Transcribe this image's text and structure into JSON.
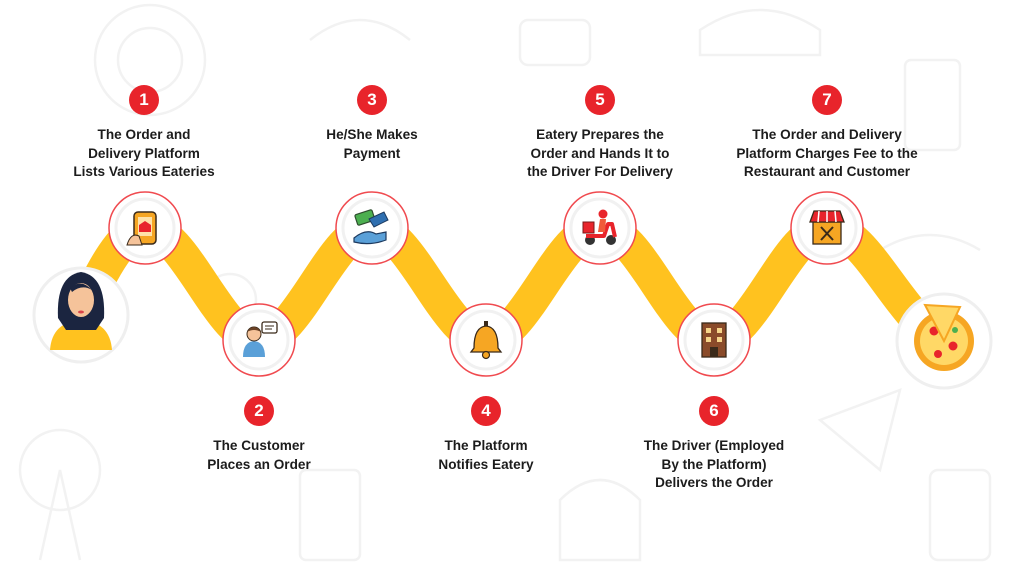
{
  "colors": {
    "road": "#ffc21f",
    "accent_red": "#e8242b",
    "node_ring": "#f04a4f",
    "text": "#1c1c1c",
    "background_doodle": "#f2f2f2"
  },
  "start_icon": "woman-customer-avatar-icon",
  "end_icon": "pizza-icon",
  "steps": [
    {
      "number": "1",
      "icon": "mobile-app-store-icon",
      "lines": [
        "The Order and",
        "Delivery Platform",
        "Lists Various Eateries"
      ]
    },
    {
      "number": "2",
      "icon": "customer-chat-icon",
      "lines": [
        "The Customer",
        "Places an Order"
      ]
    },
    {
      "number": "3",
      "icon": "payment-handshake-icon",
      "lines": [
        "He/She Makes",
        "Payment"
      ]
    },
    {
      "number": "4",
      "icon": "notification-bell-icon",
      "lines": [
        "The Platform",
        "Notifies Eatery"
      ]
    },
    {
      "number": "5",
      "icon": "delivery-scooter-icon",
      "lines": [
        "Eatery Prepares the",
        "Order and Hands It to",
        "the Driver For Delivery"
      ]
    },
    {
      "number": "6",
      "icon": "building-door-icon",
      "lines": [
        "The Driver (Employed",
        "By the Platform)",
        "Delivers the Order"
      ]
    },
    {
      "number": "7",
      "icon": "restaurant-storefront-icon",
      "lines": [
        "The Order and Delivery",
        "Platform Charges Fee to the",
        "Restaurant and Customer"
      ]
    }
  ]
}
